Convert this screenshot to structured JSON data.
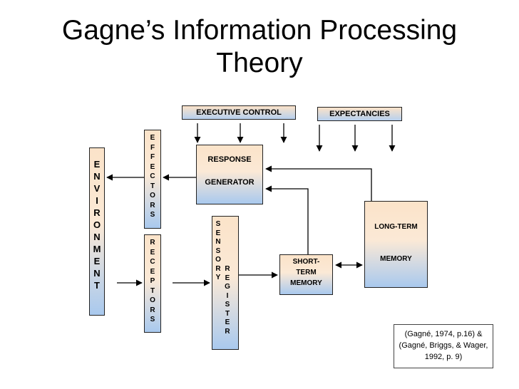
{
  "title_line1": "Gagne’s Information Processing",
  "title_line2": "Theory",
  "boxes": {
    "executive_control": "EXECUTIVE CONTROL",
    "expectancies": "EXPECTANCIES",
    "environment": "E\nN\nV\nI\nR\nO\nN\nM\nE\nN\nT",
    "effectors": "E\nF\nF\nE\nC\nT\nO\nR\nS",
    "receptors": "R\nE\nC\nE\nP\nT\nO\nR\nS",
    "response_line1": "RESPONSE",
    "response_line2": "GENERATOR",
    "sensory": "S\nE\nN\nS\nO\nR\nY",
    "register": "R\nE\nG\nI\nS\nT\nE\nR",
    "short_term_line1": "SHORT-",
    "short_term_line2": "TERM",
    "short_term_line3": "MEMORY",
    "long_term_line1": "LONG-TERM",
    "long_term_line2": "MEMORY"
  },
  "citation_line1": "(Gagné, 1974, p.16)  &",
  "citation_line2": "(Gagné, Briggs, & Wager,",
  "citation_line3": "1992, p. 9)"
}
